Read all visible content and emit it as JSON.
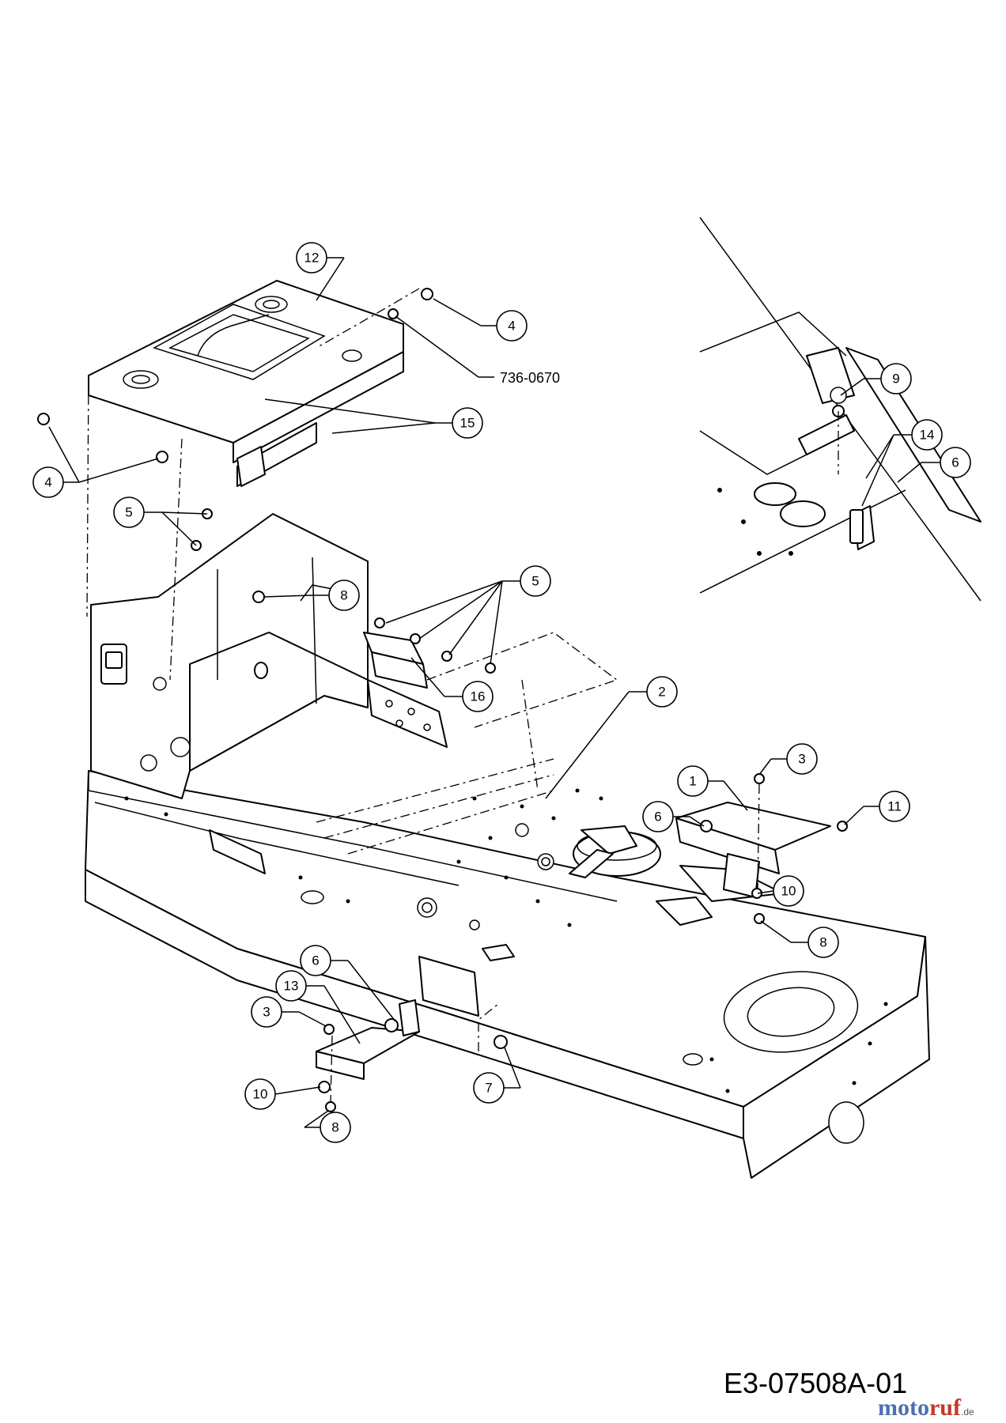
{
  "callouts": [
    {
      "id": "c12",
      "label": "12"
    },
    {
      "id": "c4a",
      "label": "4"
    },
    {
      "id": "c4b",
      "label": "4"
    },
    {
      "id": "c15",
      "label": "15"
    },
    {
      "id": "c5a",
      "label": "5"
    },
    {
      "id": "c8a",
      "label": "8"
    },
    {
      "id": "c5b",
      "label": "5"
    },
    {
      "id": "c16",
      "label": "16"
    },
    {
      "id": "c2",
      "label": "2"
    },
    {
      "id": "c3a",
      "label": "3"
    },
    {
      "id": "c1",
      "label": "1"
    },
    {
      "id": "c6a",
      "label": "6"
    },
    {
      "id": "c11",
      "label": "11"
    },
    {
      "id": "c10a",
      "label": "10"
    },
    {
      "id": "c8b",
      "label": "8"
    },
    {
      "id": "c6b",
      "label": "6"
    },
    {
      "id": "c13",
      "label": "13"
    },
    {
      "id": "c3b",
      "label": "3"
    },
    {
      "id": "c10b",
      "label": "10"
    },
    {
      "id": "c8c",
      "label": "8"
    },
    {
      "id": "c7",
      "label": "7"
    },
    {
      "id": "c9",
      "label": "9"
    },
    {
      "id": "c14",
      "label": "14"
    },
    {
      "id": "c6c",
      "label": "6"
    }
  ],
  "part_number_label": "736-0670",
  "reference_code": "E3-07508A-01",
  "watermark": {
    "part1": "moto",
    "part2": "ruf",
    "suffix": ".de"
  }
}
